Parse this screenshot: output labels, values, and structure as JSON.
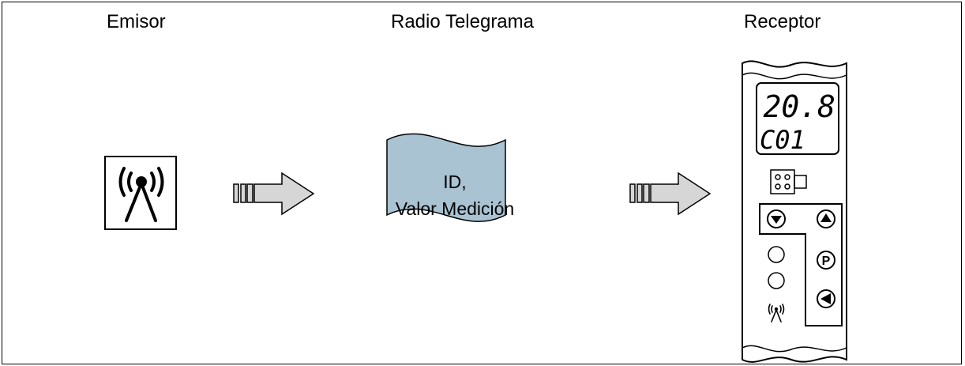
{
  "labels": {
    "sender": "Emisor",
    "telegram": "Radio Telegrama",
    "receiver": "Receptor"
  },
  "telegram": {
    "line1": "ID,",
    "line2": "Valor Medición"
  },
  "receiver_display": {
    "value": "20.8",
    "channel": "C01"
  },
  "buttons": {
    "program": "P"
  },
  "colors": {
    "telegram_fill": "#a9c3d3",
    "arrow_fill": "#d6d6d6",
    "stroke": "#000000"
  },
  "icons": [
    "radio-antenna-icon",
    "arrow-right-icon",
    "down-arrow-button",
    "up-arrow-button",
    "left-arrow-button",
    "led-indicator"
  ]
}
